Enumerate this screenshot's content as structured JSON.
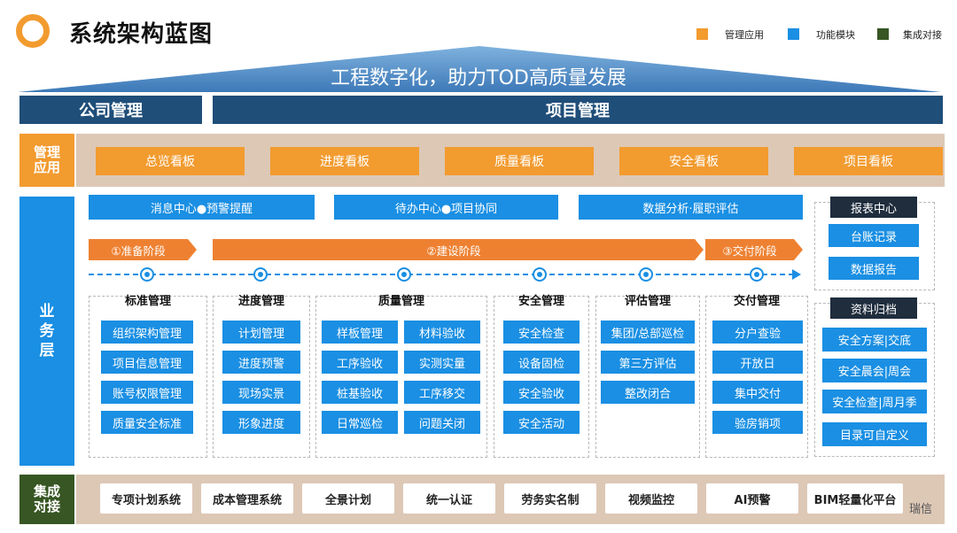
{
  "header": {
    "title": "系统架构蓝图",
    "legend": [
      {
        "label": "管理应用",
        "color": "#f29b2f"
      },
      {
        "label": "功能模块",
        "color": "#1a8fe3"
      },
      {
        "label": "集成对接",
        "color": "#375623"
      }
    ]
  },
  "slogan": "工程数字化，助力TOD高质量发展",
  "top_bar": {
    "company": "公司管理",
    "project": "项目管理"
  },
  "layers": {
    "management_l1": "管理",
    "management_l2": "应用",
    "business_l1": "业",
    "business_l2": "务",
    "business_l3": "层",
    "integration_l1": "集成",
    "integration_l2": "对接"
  },
  "management_apps": [
    "总览看板",
    "进度看板",
    "质量看板",
    "安全看板",
    "项目看板"
  ],
  "top_functions": [
    "消息中心●预警提醒",
    "待办中心●项目协同",
    "数据分析·履职评估"
  ],
  "stages": [
    "①准备阶段",
    "②建设阶段",
    "③交付阶段"
  ],
  "modules": {
    "standard": {
      "title": "标准管理",
      "items": [
        "组织架构管理",
        "项目信息管理",
        "账号权限管理",
        "质量安全标准"
      ]
    },
    "progress": {
      "title": "进度管理",
      "items": [
        "计划管理",
        "进度预警",
        "现场实景",
        "形象进度"
      ]
    },
    "quality": {
      "title": "质量管理",
      "items": [
        "样板管理",
        "材料验收",
        "工序验收",
        "实测实量",
        "桩基验收",
        "工序移交",
        "日常巡检",
        "问题关闭"
      ]
    },
    "safety": {
      "title": "安全管理",
      "items": [
        "安全检查",
        "设备固检",
        "安全验收",
        "安全活动"
      ]
    },
    "evaluation": {
      "title": "评估管理",
      "items": [
        "集团/总部巡检",
        "第三方评估",
        "整改闭合"
      ]
    },
    "delivery": {
      "title": "交付管理",
      "items": [
        "分户查验",
        "开放日",
        "集中交付",
        "验房销项"
      ]
    }
  },
  "report_center": {
    "title": "报表中心",
    "items": [
      "台账记录",
      "数据报告"
    ]
  },
  "archive": {
    "title": "资料归档",
    "items": [
      "安全方案|交底",
      "安全晨会|周会",
      "安全检查|周月季",
      "目录可自定义"
    ]
  },
  "integrations": [
    "专项计划系统",
    "成本管理系统",
    "全景计划",
    "统一认证",
    "劳务实名制",
    "视频监控",
    "AI预警",
    "BIM轻量化平台"
  ],
  "brand": "瑞信"
}
